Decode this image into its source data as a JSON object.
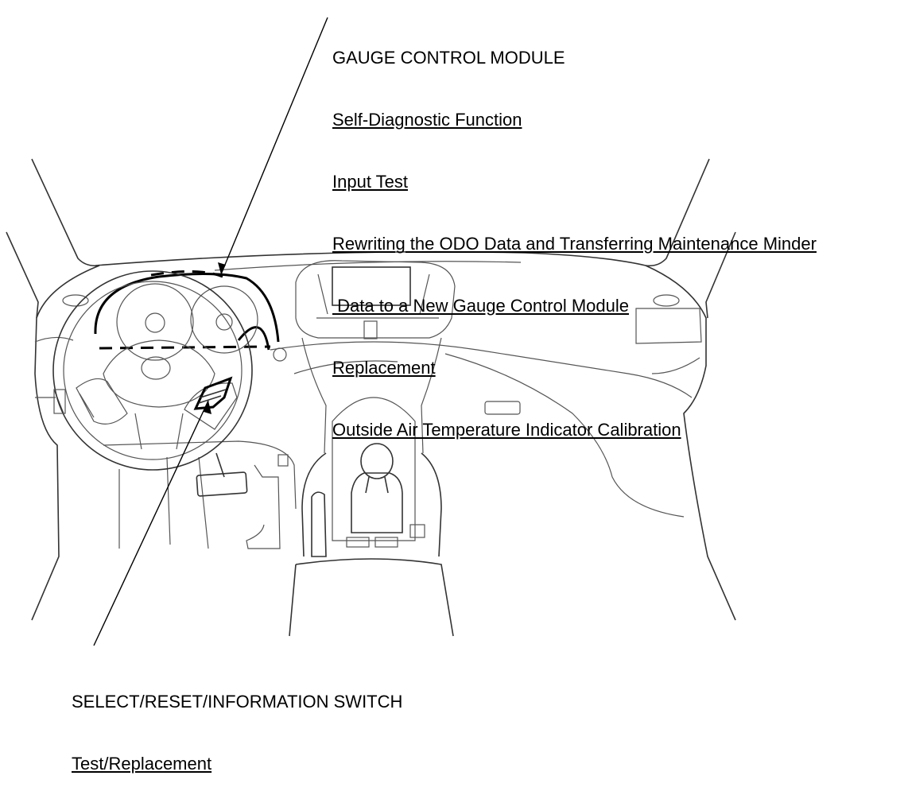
{
  "gauge_control_module": {
    "title": "GAUGE CONTROL MODULE",
    "links": [
      "Self-Diagnostic Function",
      "Input Test",
      "Rewriting the ODO Data and Transferring Maintenance Minder",
      " Data to a New Gauge Control Module",
      "Replacement",
      "Outside Air Temperature Indicator Calibration"
    ]
  },
  "select_reset_information_switch": {
    "title": "SELECT/RESET/INFORMATION SWITCH",
    "links": [
      "Test/Replacement"
    ]
  }
}
